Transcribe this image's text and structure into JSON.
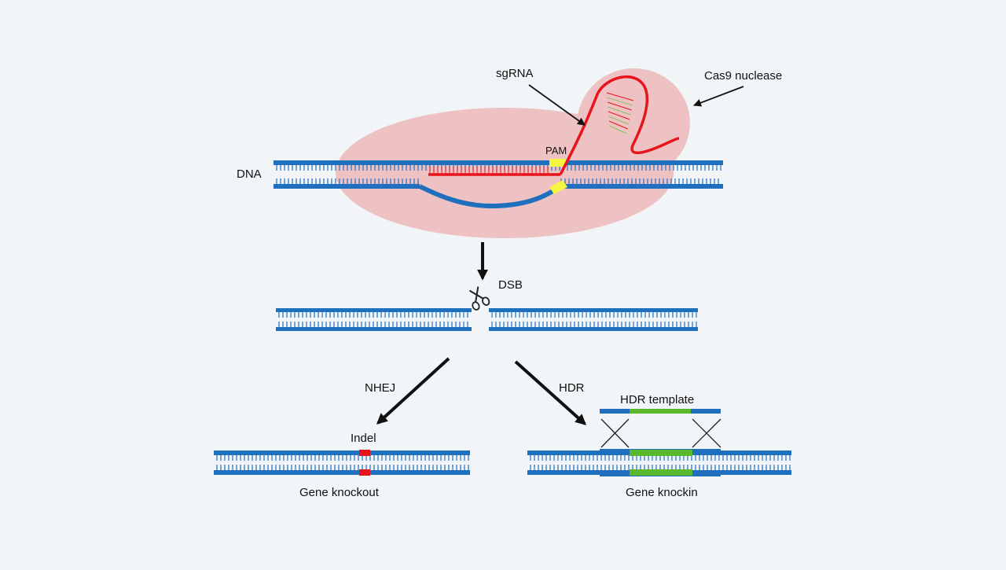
{
  "labels": {
    "sgrna": "sgRNA",
    "cas9": "Cas9 nuclease",
    "dna": "DNA",
    "pam": "PAM",
    "dsb": "DSB",
    "nhej": "NHEJ",
    "hdr": "HDR",
    "hdr_template": "HDR template",
    "indel": "Indel",
    "gene_knockout": "Gene knockout",
    "gene_knockin": "Gene knockin"
  },
  "colors": {
    "background": "#f1f5f8",
    "dna_strand": "#1f6fbf",
    "cas9_protein": "#eec2c2",
    "sgrna": "#e8141c",
    "pam": "#f5f542",
    "indel": "#e8141c",
    "hdr_insert": "#5ab82e",
    "arrow": "#111111"
  }
}
